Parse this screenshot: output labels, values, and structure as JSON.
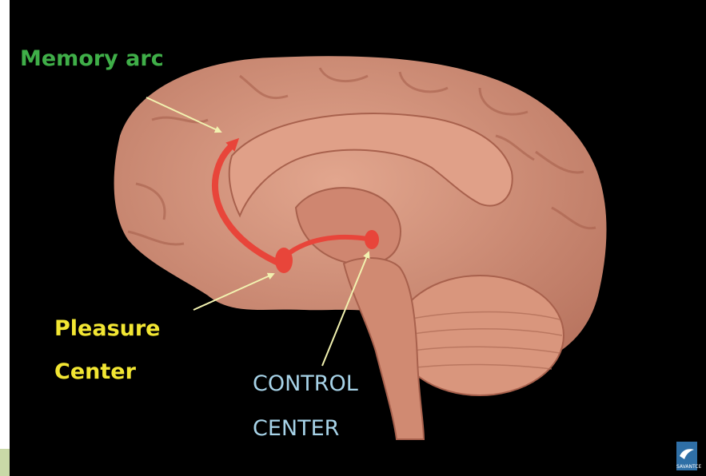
{
  "labels": {
    "memory_arc": "Memory arc",
    "pleasure_center": [
      "Pleasure",
      "Center"
    ],
    "control_center": [
      "CONTROL",
      "CENTER"
    ]
  },
  "logo": {
    "text": "SAVANTCE"
  },
  "colors": {
    "background": "#000000",
    "brain": "#d58f77",
    "pathway": "#e8453a",
    "pointer_arrows": "#f2f2b0",
    "memory_label": "#3fae48",
    "pleasure_label": "#f2e633",
    "control_label": "#a7d3e8",
    "logo": "#2f6fa6"
  }
}
